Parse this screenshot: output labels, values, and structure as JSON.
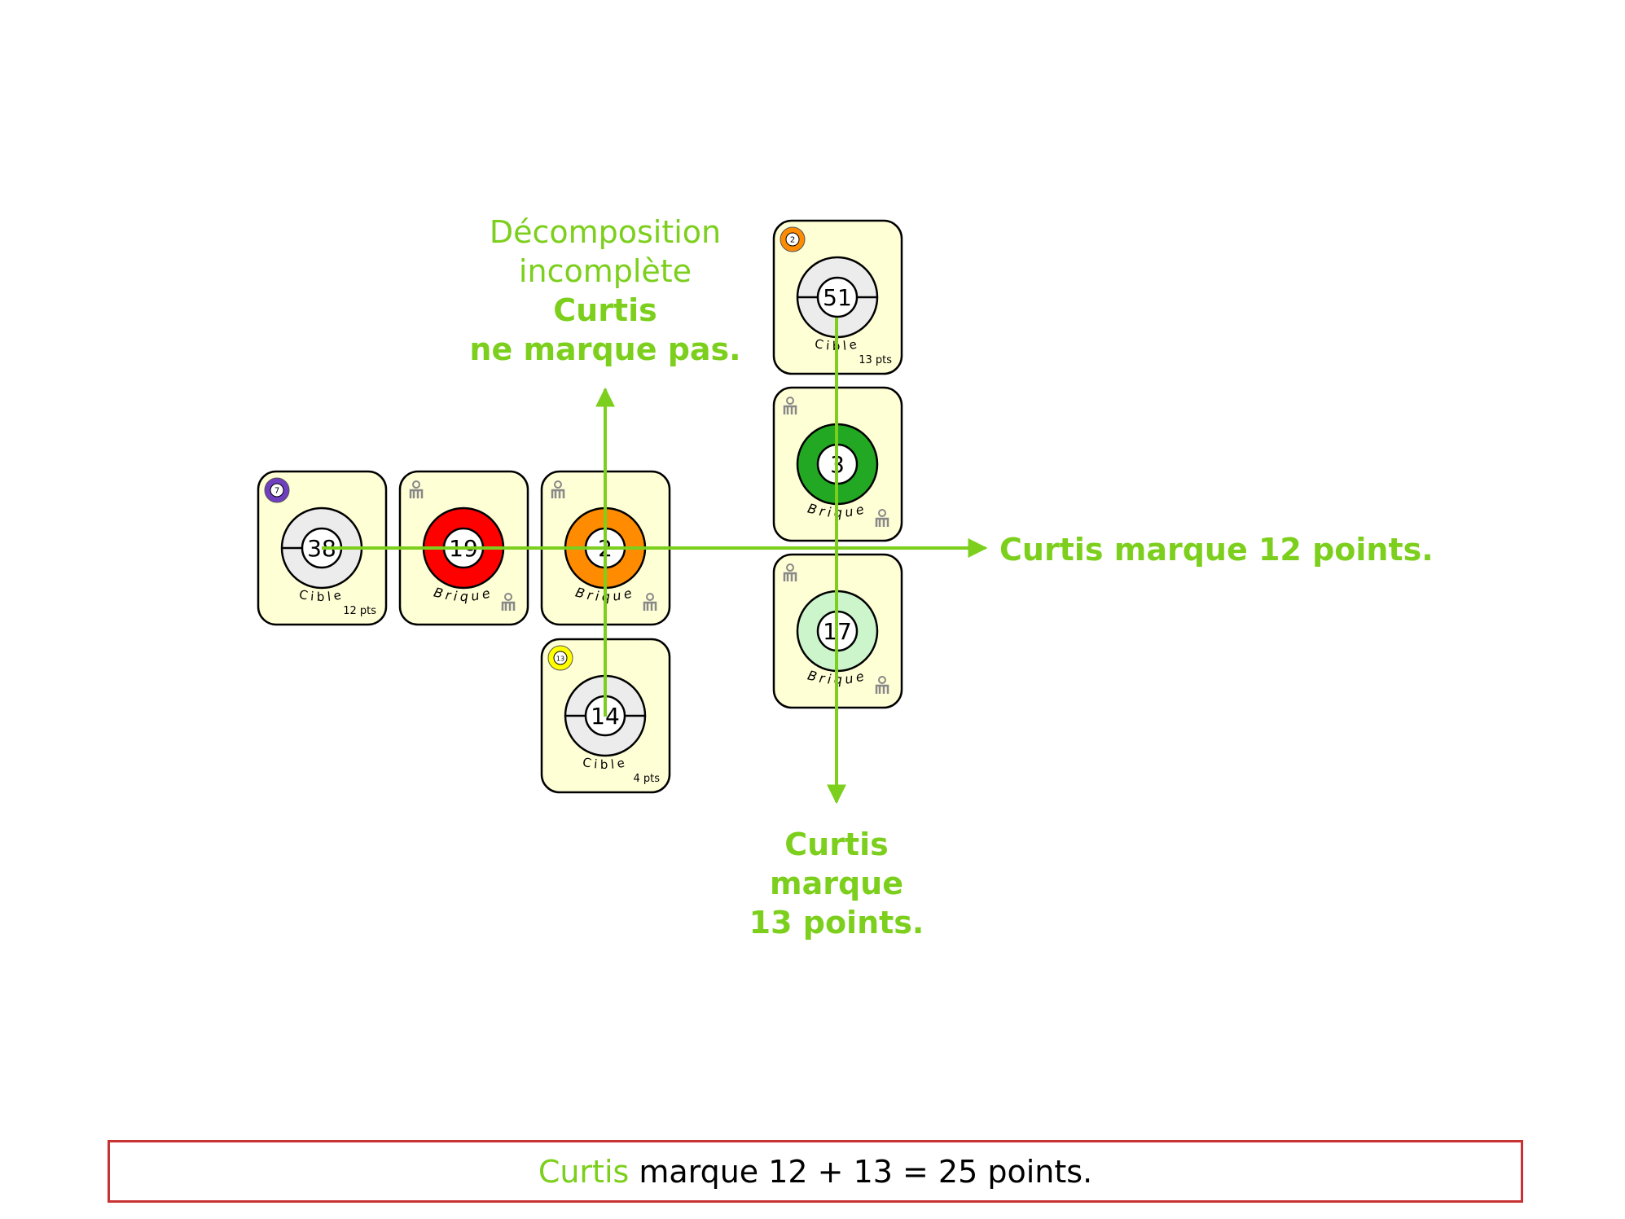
{
  "colors": {
    "arrow": "#7ccf1c",
    "card_bg": "#ffffd6",
    "summary_border": "#c83232",
    "cible_ring": "#ececec"
  },
  "cards": [
    {
      "type": "Cible",
      "value": "38",
      "ring": "#ececec",
      "badge": "7",
      "badge_color": "#6f3fc0",
      "pts": "12 pts"
    },
    {
      "type": "Brique",
      "value": "19",
      "ring": "#ff0000",
      "icon": "logo-icon"
    },
    {
      "type": "Brique",
      "value": "2",
      "ring": "#ff8c00",
      "icon": "logo-icon"
    },
    {
      "type": "Cible",
      "value": "14",
      "ring": "#ececec",
      "badge": "13",
      "badge_color": "#ffff00",
      "pts": "4 pts"
    },
    {
      "type": "Cible",
      "value": "51",
      "ring": "#ececec",
      "badge": "2",
      "badge_color": "#ff8c00",
      "pts": "13 pts"
    },
    {
      "type": "Brique",
      "value": "3",
      "ring": "#22a822",
      "icon": "logo-icon"
    },
    {
      "type": "Brique",
      "value": "17",
      "ring": "#ccf5cc",
      "icon": "logo-icon"
    }
  ],
  "labels": {
    "top": {
      "line1": "Décomposition",
      "line2": "incomplète",
      "line3": "Curtis",
      "line4": "ne marque pas."
    },
    "right": "Curtis marque 12 points.",
    "bottom": {
      "line1": "Curtis",
      "line2": "marque",
      "line3": "13 points."
    }
  },
  "summary": {
    "name": "Curtis",
    "text": "marque 12 + 13 = 25 points."
  }
}
